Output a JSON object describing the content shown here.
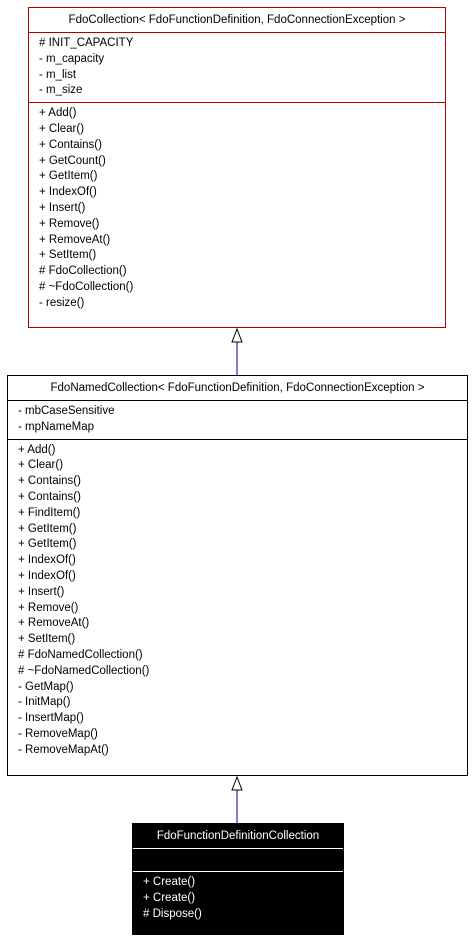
{
  "base_class": {
    "name": "FdoCollection< FdoFunctionDefinition, FdoConnectionException >",
    "attributes": [
      "# INIT_CAPACITY",
      "- m_capacity",
      "- m_list",
      "- m_size"
    ],
    "operations": [
      "+ Add()",
      "+ Clear()",
      "+ Contains()",
      "+ GetCount()",
      "+ GetItem()",
      "+ IndexOf()",
      "+ Insert()",
      "+ Remove()",
      "+ RemoveAt()",
      "+ SetItem()",
      "# FdoCollection()",
      "# ~FdoCollection()",
      "- resize()"
    ]
  },
  "named_class": {
    "name": "FdoNamedCollection< FdoFunctionDefinition, FdoConnectionException >",
    "attributes": [
      "- mbCaseSensitive",
      "- mpNameMap"
    ],
    "operations": [
      "+ Add()",
      "+ Clear()",
      "+ Contains()",
      "+ Contains()",
      "+ FindItem()",
      "+ GetItem()",
      "+ GetItem()",
      "+ IndexOf()",
      "+ IndexOf()",
      "+ Insert()",
      "+ Remove()",
      "+ RemoveAt()",
      "+ SetItem()",
      "# FdoNamedCollection()",
      "# ~FdoNamedCollection()",
      "- GetMap()",
      "- InitMap()",
      "- InsertMap()",
      "- RemoveMap()",
      "- RemoveMapAt()"
    ]
  },
  "derived_class": {
    "name": "FdoFunctionDefinitionCollection",
    "attributes": [],
    "operations": [
      "+ Create()",
      "+ Create()",
      "# Dispose()"
    ]
  },
  "colors": {
    "base_border": "#b00000",
    "derived_fill": "#000000",
    "arrow": "#00008b"
  }
}
